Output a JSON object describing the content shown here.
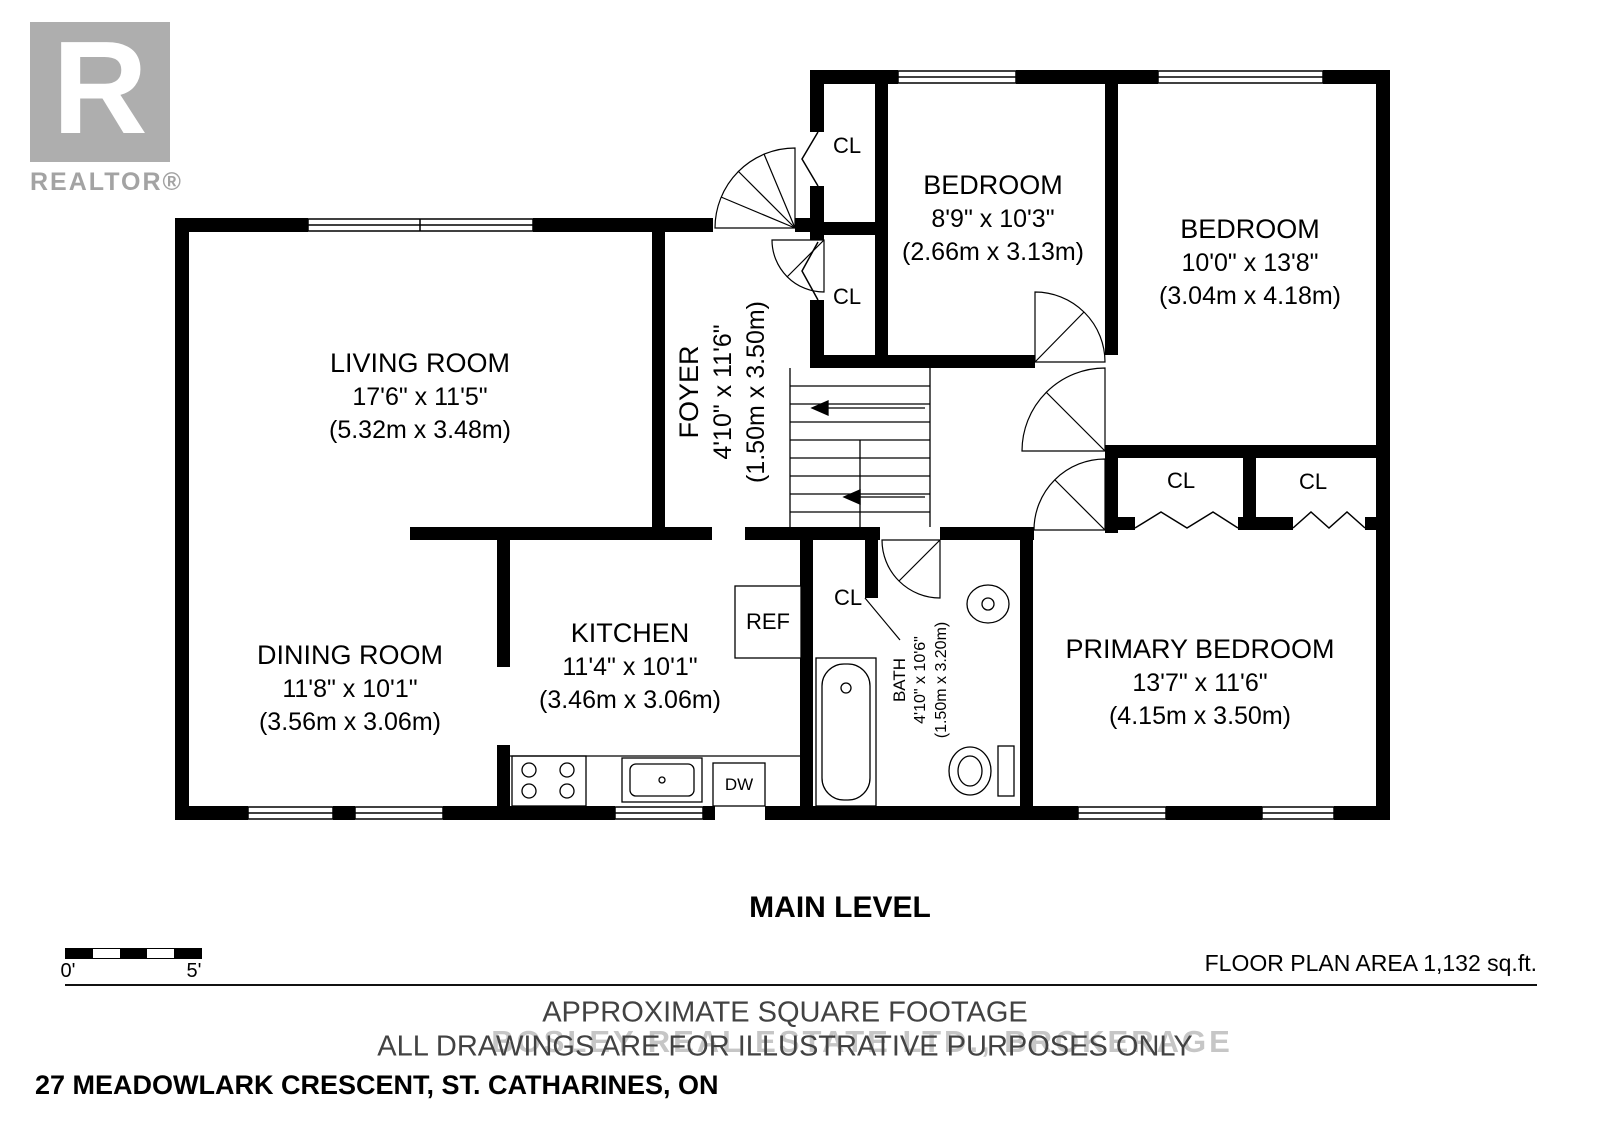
{
  "logo": {
    "letter": "R",
    "label": "REALTOR®"
  },
  "rooms": {
    "living": {
      "name": "LIVING ROOM",
      "imperial": "17'6\" x 11'5\"",
      "metric": "(5.32m x 3.48m)"
    },
    "dining": {
      "name": "DINING ROOM",
      "imperial": "11'8\" x 10'1\"",
      "metric": "(3.56m x 3.06m)"
    },
    "kitchen": {
      "name": "KITCHEN",
      "imperial": "11'4\" x 10'1\"",
      "metric": "(3.46m x 3.06m)"
    },
    "foyer": {
      "name": "FOYER",
      "imperial": "4'10\" x 11'6\"",
      "metric": "(1.50m x 3.50m)"
    },
    "bedroom1": {
      "name": "BEDROOM",
      "imperial": "8'9\" x 10'3\"",
      "metric": "(2.66m x 3.13m)"
    },
    "bedroom2": {
      "name": "BEDROOM",
      "imperial": "10'0\" x 13'8\"",
      "metric": "(3.04m x 4.18m)"
    },
    "primary": {
      "name": "PRIMARY BEDROOM",
      "imperial": "13'7\" x 11'6\"",
      "metric": "(4.15m x 3.50m)"
    },
    "bath": {
      "name": "BATH",
      "imperial": "4'10\" x 10'6\"",
      "metric": "(1.50m x 3.20m)"
    }
  },
  "labels": {
    "closet": "CL",
    "fridge": "REF",
    "dishwasher": "DW"
  },
  "level": {
    "title": "MAIN LEVEL"
  },
  "scale": {
    "start": "0'",
    "end": "5'"
  },
  "footer": {
    "area": "FLOOR PLAN AREA 1,132 sq.ft.",
    "disclaimer1": "APPROXIMATE SQUARE FOOTAGE",
    "disclaimer2": "ALL DRAWINGS ARE FOR ILLUSTRATIVE PURPOSES ONLY",
    "watermark": "BOSLEY REAL ESTATE LTD., BROKERAGE",
    "address": "27 MEADOWLARK CRESCENT, ST. CATHARINES, ON"
  },
  "colors": {
    "wall": "#000000",
    "logo_gray": "#aeaeae",
    "watermark_gray": "#c6c6c6"
  }
}
